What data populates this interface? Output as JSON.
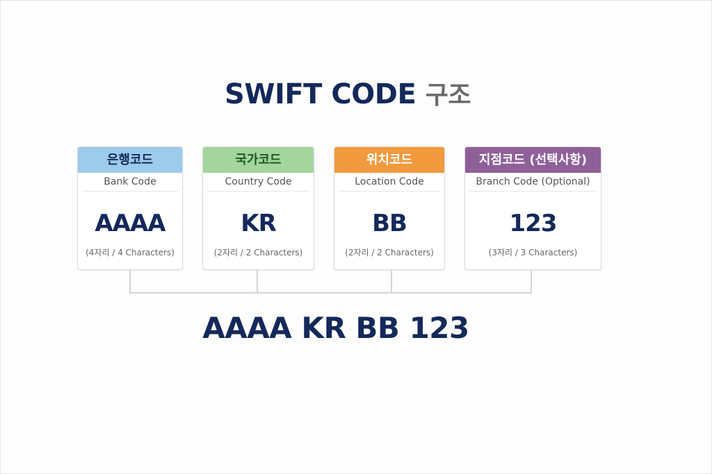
{
  "title": {
    "main": "SWIFT CODE",
    "sub": "구조"
  },
  "colors": {
    "navy": "#14295a",
    "bank_header": "#9ccbec",
    "country_header": "#a3d59d",
    "location_header": "#f19a3e",
    "branch_header": "#8e609a"
  },
  "cards": [
    {
      "label_ko": "은행코드",
      "label_en": "Bank Code",
      "code": "AAAA",
      "length": "(4자리 / 4 Characters)"
    },
    {
      "label_ko": "국가코드",
      "label_en": "Country Code",
      "code": "KR",
      "length": "(2자리 / 2 Characters)"
    },
    {
      "label_ko": "위치코드",
      "label_en": "Location Code",
      "code": "BB",
      "length": "(2자리 / 2 Characters)"
    },
    {
      "label_ko": "지점코드 (선택사항)",
      "label_en": "Branch Code (Optional)",
      "code": "123",
      "length": "(3자리 / 3 Characters)"
    }
  ],
  "result": "AAAA KR BB 123"
}
